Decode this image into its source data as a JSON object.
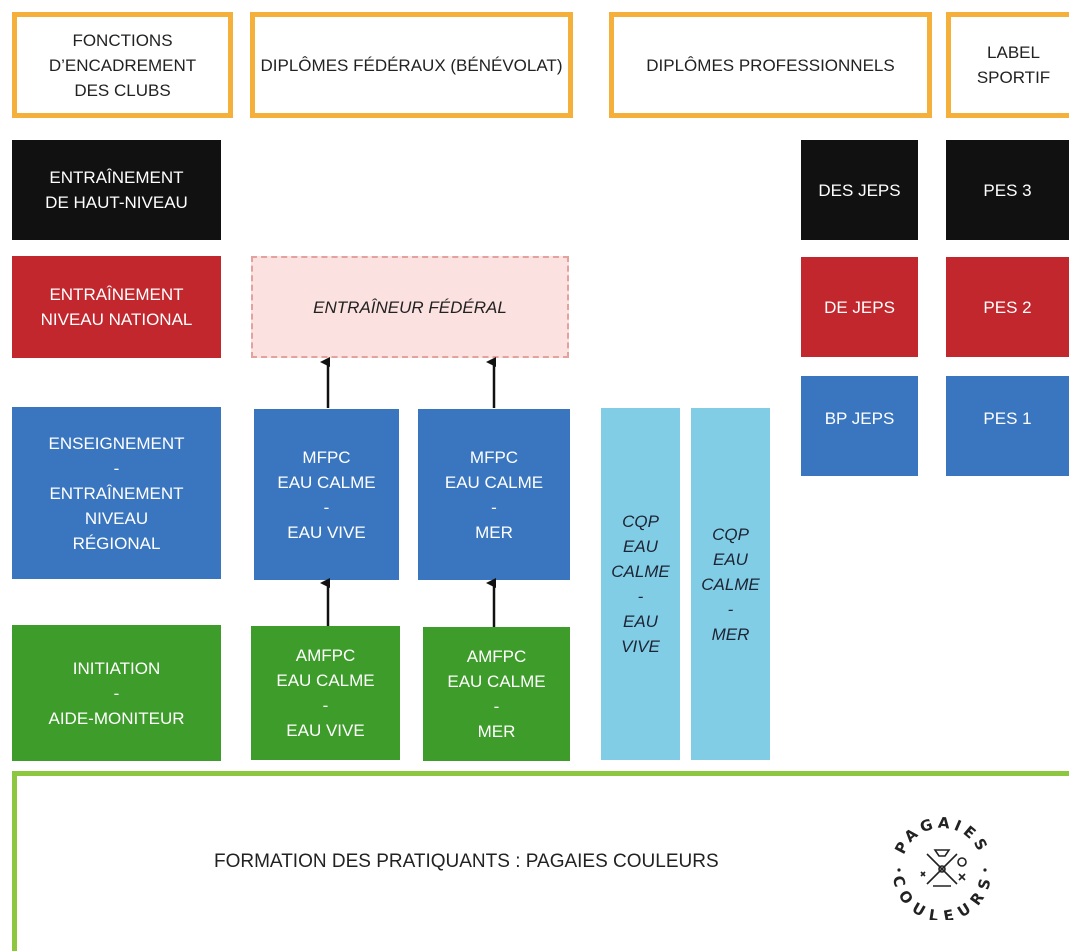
{
  "headers": {
    "fonctions": [
      "FONCTIONS",
      "D’ENCADREMENT",
      "DES CLUBS"
    ],
    "federaux": [
      "DIPLÔMES FÉDÉRAUX (BÉNÉVOLAT)"
    ],
    "professionnels": [
      "DIPLÔMES PROFESSIONNELS"
    ],
    "label": [
      "LABEL",
      "SPORTIF"
    ]
  },
  "levels": {
    "haut_niveau": [
      "ENTRAÎNEMENT",
      "DE HAUT-NIVEAU"
    ],
    "national": [
      "ENTRAÎNEMENT",
      "NIVEAU NATIONAL"
    ],
    "regional": [
      "ENSEIGNEMENT",
      "-",
      "ENTRAÎNEMENT",
      "NIVEAU",
      "RÉGIONAL"
    ],
    "initiation": [
      "INITIATION",
      "-",
      "AIDE-MONITEUR"
    ]
  },
  "federal": {
    "entraineur": [
      "ENTRAÎNEUR FÉDÉRAL"
    ],
    "mfpc_vive": [
      "MFPC",
      "EAU CALME",
      "-",
      "EAU VIVE"
    ],
    "mfpc_mer": [
      "MFPC",
      "EAU CALME",
      "-",
      "MER"
    ],
    "amfpc_vive": [
      "AMFPC",
      "EAU CALME",
      "-",
      "EAU VIVE"
    ],
    "amfpc_mer": [
      "AMFPC",
      "EAU CALME",
      "-",
      "MER"
    ]
  },
  "cqp": {
    "vive": [
      "CQP",
      "EAU",
      "CALME",
      "-",
      "EAU",
      "VIVE"
    ],
    "mer": [
      "CQP",
      "EAU",
      "CALME",
      "-",
      "MER"
    ]
  },
  "professionnels": {
    "des_jeps": [
      "DES JEPS"
    ],
    "de_jeps": [
      "DE JEPS"
    ],
    "bp_jeps": [
      "BP JEPS"
    ]
  },
  "label": {
    "pes3": [
      "PES 3"
    ],
    "pes2": [
      "PES 2"
    ],
    "pes1": [
      "PES 1"
    ]
  },
  "footer": {
    "text": "FORMATION DES PRATIQUANTS : PAGAIES COULEURS",
    "logo_top": "PAGAIES",
    "logo_bottom": "COULEURS"
  },
  "colors": {
    "header_border": "#f4b03a",
    "black": "#111111",
    "red": "#c1272d",
    "blue": "#3a76bf",
    "green": "#3e9c2b",
    "cyan": "#82cde6",
    "footer_border": "#8dc63f"
  }
}
